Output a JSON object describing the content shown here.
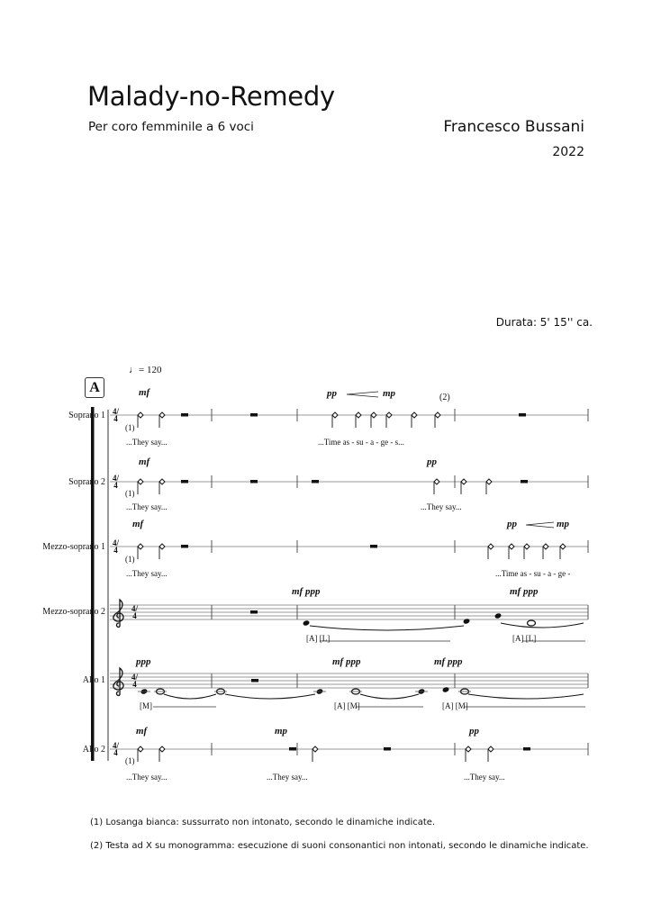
{
  "header": {
    "title": "Malady-no-Remedy",
    "subtitle": "Per coro femminile a 6 voci",
    "composer": "Francesco Bussani",
    "year": "2022",
    "duration": "Durata: 5' 15'' ca."
  },
  "score": {
    "rehearsal_mark": "A",
    "tempo": "♩= 120",
    "time_signature": "4/4",
    "staves": [
      {
        "name": "Soprano 1",
        "dynamics": [
          "mf",
          "pp",
          "mp"
        ],
        "annotations": [
          "(1)",
          "(2)"
        ],
        "lyrics": [
          "...They  say...",
          "...Time  as - su - a - ge   -   s..."
        ]
      },
      {
        "name": "Soprano 2",
        "dynamics": [
          "mf",
          "pp"
        ],
        "annotations": [
          "(1)"
        ],
        "lyrics": [
          "...They  say...",
          "...They   say..."
        ]
      },
      {
        "name": "Mezzo-soprano 1",
        "dynamics": [
          "mf",
          "pp",
          "mp"
        ],
        "annotations": [
          "(1)"
        ],
        "lyrics": [
          "...They  say...",
          "...Time  as - su - a - ge  -"
        ]
      },
      {
        "name": "Mezzo-soprano 2",
        "dynamics": [
          "mf ppp",
          "mf ppp"
        ],
        "lyrics": [
          "[A] [L]",
          "[A] [L]"
        ]
      },
      {
        "name": "Alto 1",
        "dynamics": [
          "ppp",
          "mf ppp",
          "mf ppp"
        ],
        "lyrics": [
          "[M]",
          "[A]  [M]",
          "[A]  [M]"
        ]
      },
      {
        "name": "Alto 2",
        "dynamics": [
          "mf",
          "mp",
          "pp"
        ],
        "annotations": [
          "(1)"
        ],
        "lyrics": [
          "...They  say...",
          "...They   say...",
          "...They  say..."
        ]
      }
    ]
  },
  "footnotes": [
    "(1) Losanga bianca: sussurrato non intonato, secondo le dinamiche indicate.",
    "(2) Testa ad X su monogramma: esecuzione di suoni consonantici non intonati, secondo le dinamiche indicate."
  ]
}
